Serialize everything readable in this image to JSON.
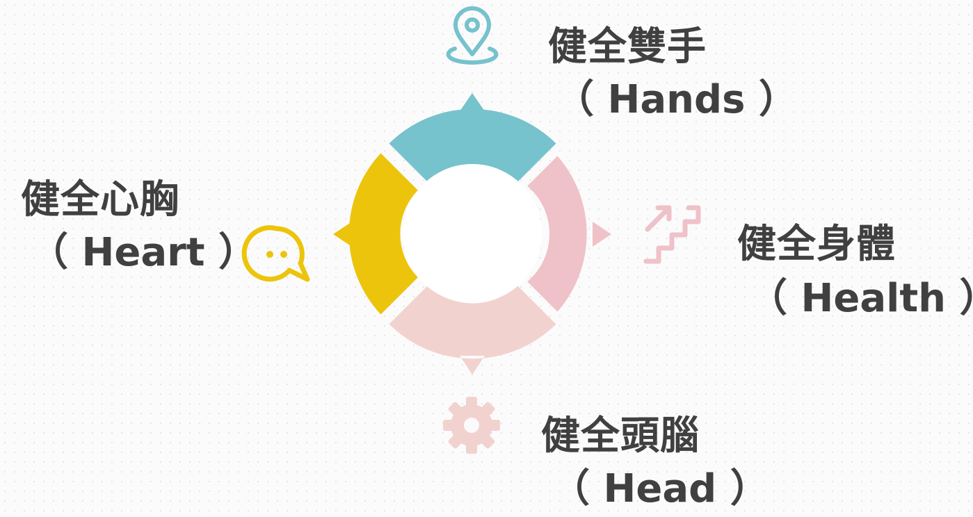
{
  "colors": {
    "hands": "#76c2cd",
    "health": "#efc1c8",
    "head": "#f2d2cf",
    "heart": "#ecc40b",
    "text": "#404040",
    "hub": "#ffffff"
  },
  "segments": [
    {
      "id": "hands",
      "title": "健全雙手",
      "sub": "（ Hands ）",
      "icon": "location-pin-icon"
    },
    {
      "id": "health",
      "title": "健全身體",
      "sub": "（ Health ）",
      "icon": "stairs-arrow-icon"
    },
    {
      "id": "head",
      "title": "健全頭腦",
      "sub": "（ Head ）",
      "icon": "gear-icon"
    },
    {
      "id": "heart",
      "title": "健全心胸",
      "sub": "（ Heart ）",
      "icon": "chat-bubble-icon"
    }
  ]
}
